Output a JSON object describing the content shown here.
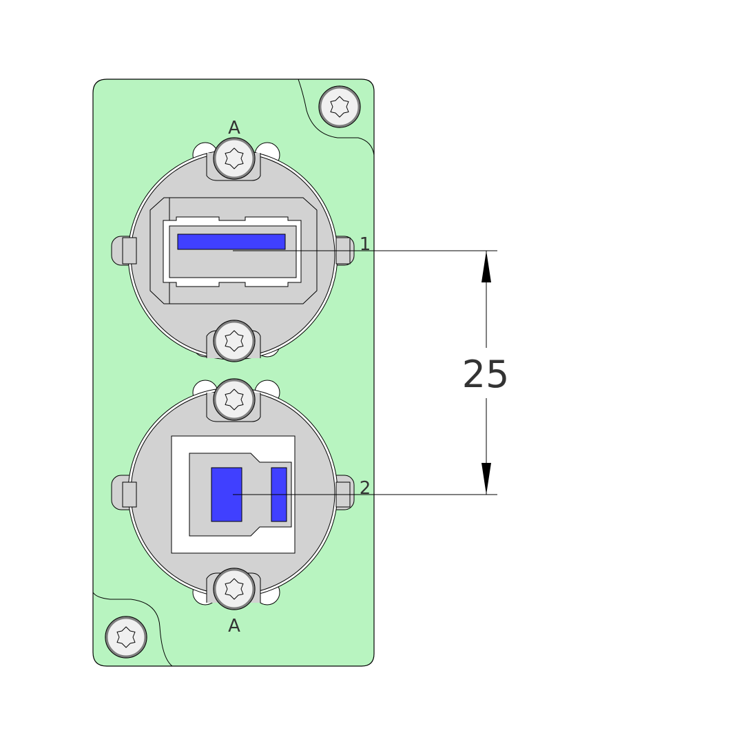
{
  "labels": {
    "top_marker": "A",
    "bottom_marker": "A",
    "port1_callout": "1",
    "port2_callout": "2",
    "dimension": "25"
  },
  "colors": {
    "panel": "#b8f4c0",
    "housing": "#d2d2d2",
    "contact": "#4040ff",
    "screw": "#f0f0f0"
  }
}
